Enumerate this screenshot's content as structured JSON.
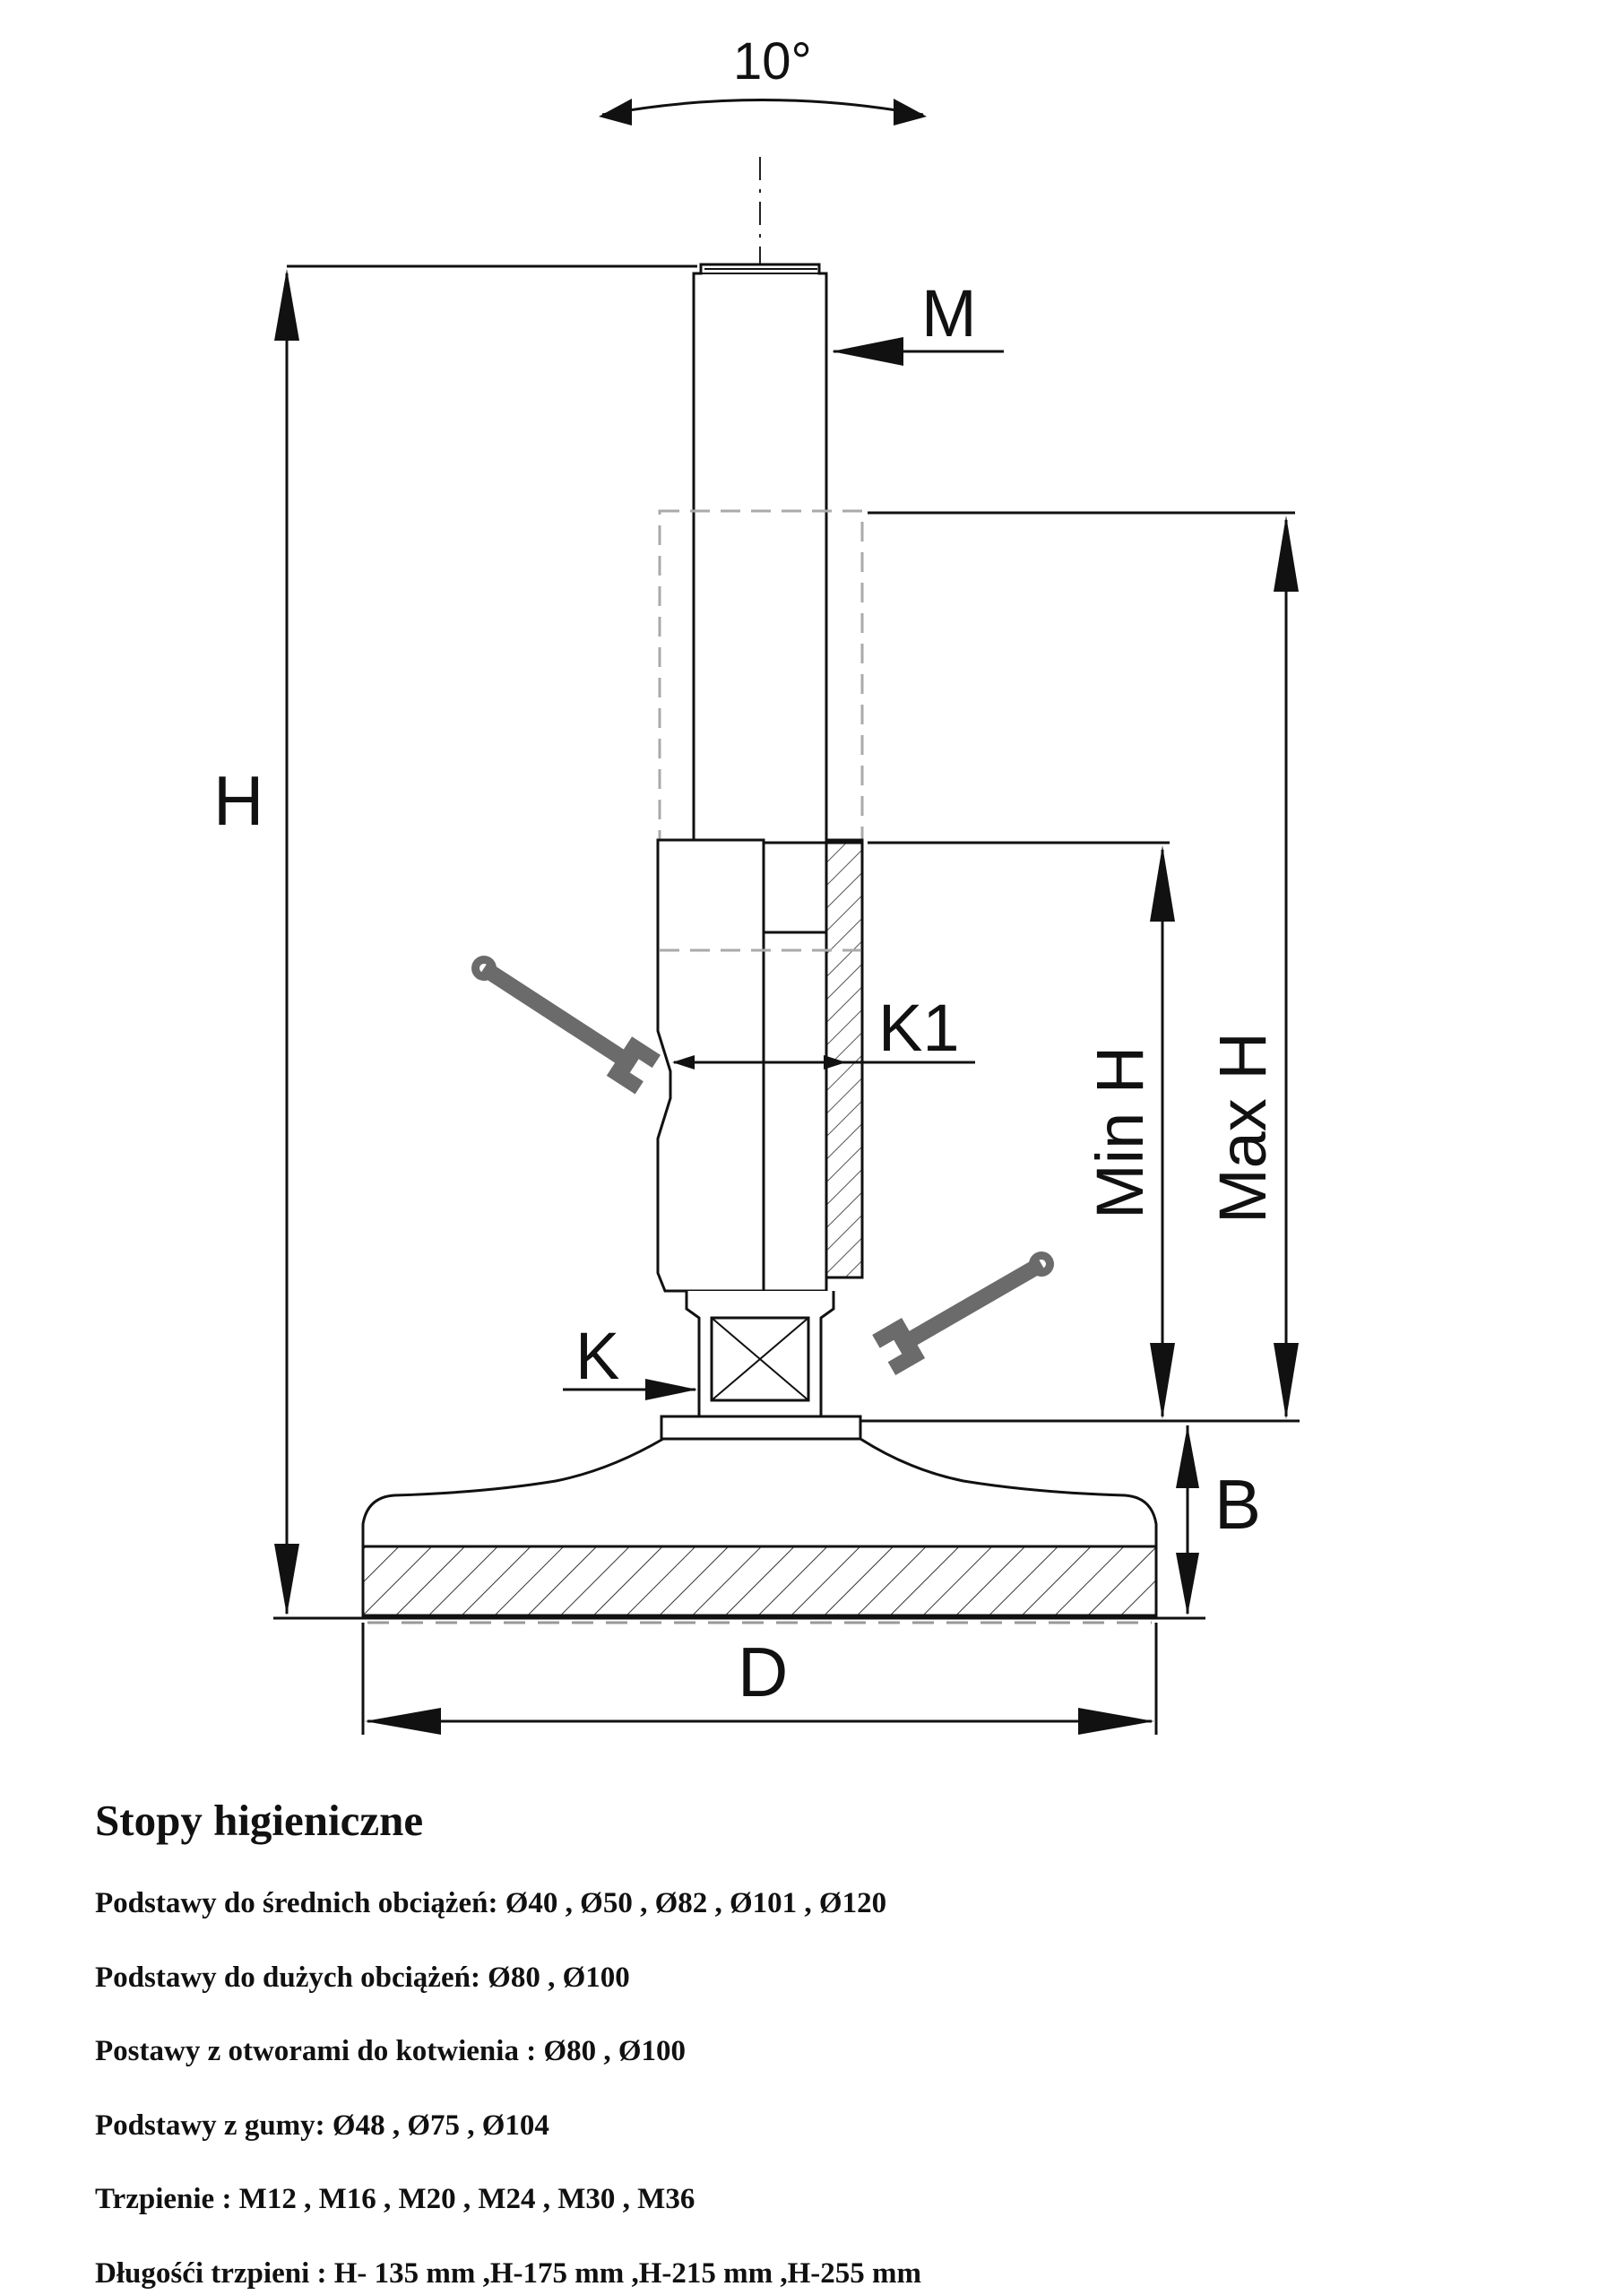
{
  "drawing": {
    "labels": {
      "angle": "10°",
      "thread": "M",
      "height": "H",
      "max_height": "Max H",
      "min_height": "Min H",
      "wrench_size_upper": "K1",
      "wrench_size_lower": "K",
      "base_height": "B",
      "diameter": "D"
    }
  },
  "caption": {
    "title": "Stopy higieniczne",
    "lines": [
      "Podstawy do średnich obciążeń: Ø40 , Ø50 , Ø82 , Ø101 , Ø120",
      "Podstawy do dużych obciążeń: Ø80 , Ø100",
      "Postawy z otworami do kotwienia : Ø80 , Ø100",
      "Podstawy z gumy: Ø48 , Ø75 , Ø104",
      "Trzpienie : M12 , M16 , M20 , M24 , M30 , M36",
      "Długośći trzpieni : H- 135 mm ,H-175 mm ,H-215 mm ,H-255 mm"
    ]
  },
  "colors": {
    "line": "#111111",
    "wrench": "#6b6b6b",
    "dashed": "#aaaaaa"
  }
}
